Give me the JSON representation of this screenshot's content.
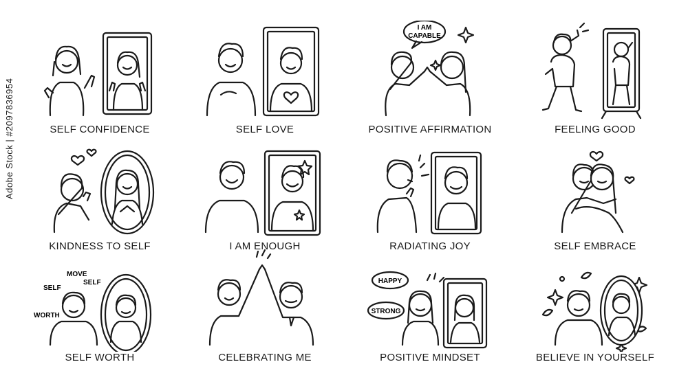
{
  "side_text": "Adobe Stock | #2097836954",
  "captions": [
    "SELF CONFIDENCE",
    "SELF LOVE",
    "POSITIVE AFFIRMATION",
    "FEELING GOOD",
    "KINDNESS TO SELF",
    "I AM ENOUGH",
    "RADIATING JOY",
    "SELF EMBRACE",
    "SELF WORTH",
    "CELEBRATING ME",
    "POSITIVE MINDSET",
    "BELIEVE IN YOURSELF"
  ],
  "bubbles": {
    "affirmation_line1": "I AM",
    "affirmation_line2": "CAPABLE",
    "worth_words": [
      "MOVE",
      "SELF",
      "SELF",
      "WORTH"
    ],
    "mindset_words": [
      "HAPPY",
      "STRONG"
    ]
  },
  "icons": [
    "mirror-icon",
    "person-icon",
    "heart-icon",
    "star-icon",
    "sparkle-icon",
    "leaf-icon",
    "thumbs-up-icon",
    "speech-bubble-icon"
  ],
  "colors": {
    "line": "#1a1a1a",
    "background": "#ffffff"
  }
}
